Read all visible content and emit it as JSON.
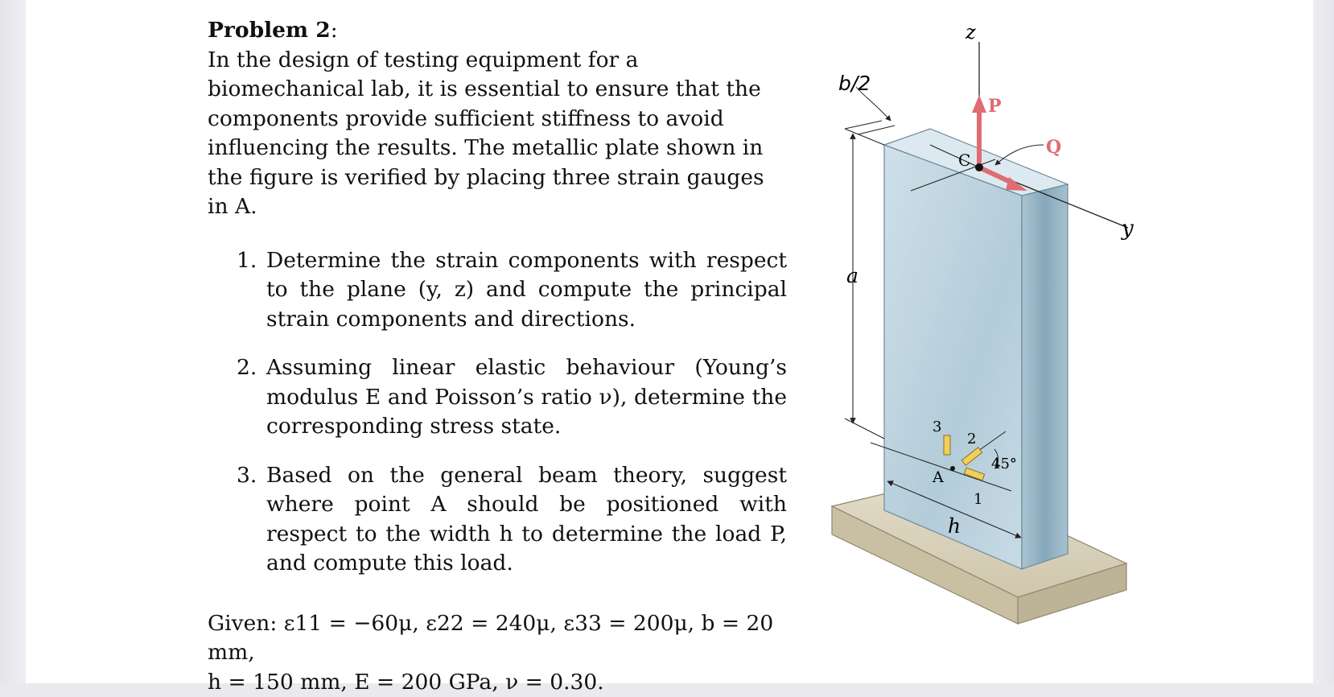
{
  "problem": {
    "title": "Problem 2",
    "title_colon": ":",
    "intro": "In the design of testing equipment for a biomechanical lab, it is essential to ensure that the components provide sufficient stiffness to avoid influencing the results. The metallic plate shown in the figure is verified by placing three strain gauges in A.",
    "tasks": [
      {
        "number": "1.",
        "text": "Determine the strain components with respect to the plane (y, z) and compute the principal strain components and directions."
      },
      {
        "number": "2.",
        "text": "Assuming linear elastic behaviour (Young’s modulus E and Poisson’s ratio ν), determine the corresponding stress state."
      },
      {
        "number": "3.",
        "text": "Based on the general beam theory, suggest where point A should be positioned with respect to the width h to determine the load P, and compute this load."
      }
    ],
    "given_line1": "Given: ε11 = −60μ, ε22 = 240μ, ε33 = 200μ, b = 20 mm,",
    "given_line2": "h = 150 mm, E = 200 GPa, ν = 0.30."
  },
  "figure": {
    "labels": {
      "z": "z",
      "y": "y",
      "b_half": "b/2",
      "a": "a",
      "h": "h",
      "P": "P",
      "Q": "Q",
      "C": "C",
      "A": "A",
      "gauge1": "1",
      "gauge2": "2",
      "gauge3": "3",
      "angle": "45°"
    },
    "colors": {
      "plate_front": "#bcd3df",
      "plate_side": "#8fb0c2",
      "plate_top": "#d6e6ee",
      "base": "#d9d2bd",
      "arrow": "#e06b73",
      "gauge": "#f0cf5a"
    }
  }
}
